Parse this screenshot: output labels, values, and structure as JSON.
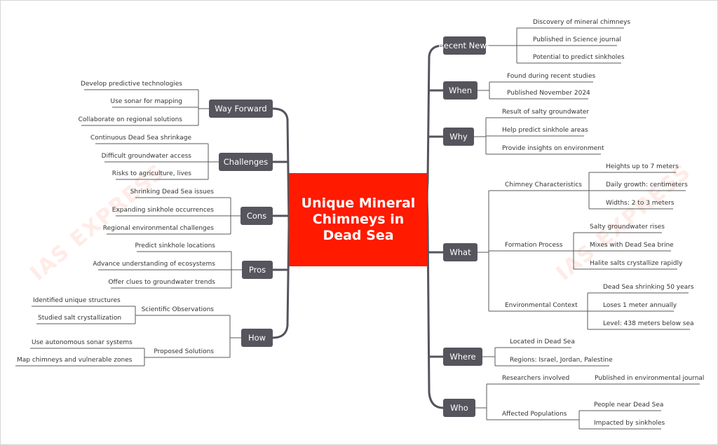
{
  "title": "Unique Mineral Chimneys in Dead Sea",
  "watermarks": [
    "IAS EXPRESS",
    "IAS EXPRESS"
  ],
  "right": {
    "recent_news": {
      "label": "Recent News",
      "items": [
        "Discovery of mineral chimneys",
        "Published in Science journal",
        "Potential to predict sinkholes"
      ]
    },
    "when": {
      "label": "When",
      "items": [
        "Found during recent studies",
        "Published November 2024"
      ]
    },
    "why": {
      "label": "Why",
      "items": [
        "Result of salty groundwater",
        "Help predict sinkhole areas",
        "Provide insights on environment"
      ]
    },
    "what": {
      "label": "What",
      "chimney": {
        "label": "Chimney Characteristics",
        "items": [
          "Heights up to 7 meters",
          "Daily growth: centimeters",
          "Widths: 2 to 3 meters"
        ]
      },
      "formation": {
        "label": "Formation Process",
        "items": [
          "Salty groundwater rises",
          "Mixes with Dead Sea brine",
          "Halite salts crystallize rapidly"
        ]
      },
      "env": {
        "label": "Environmental Context",
        "items": [
          "Dead Sea shrinking 50 years",
          "Loses 1 meter annually",
          "Level: 438 meters below sea"
        ]
      }
    },
    "where": {
      "label": "Where",
      "items": [
        "Located in Dead Sea",
        "Regions: Israel, Jordan, Palestine"
      ]
    },
    "who": {
      "label": "Who",
      "researchers": {
        "label": "Researchers involved",
        "items": [
          "Published in environmental journal"
        ]
      },
      "affected": {
        "label": "Affected Populations",
        "items": [
          "People near Dead Sea",
          "Impacted by sinkholes"
        ]
      }
    }
  },
  "left": {
    "way_forward": {
      "label": "Way Forward",
      "items": [
        "Develop predictive technologies",
        "Use sonar for mapping",
        "Collaborate on regional solutions"
      ]
    },
    "challenges": {
      "label": "Challenges",
      "items": [
        "Continuous Dead Sea shrinkage",
        "Difficult groundwater access",
        "Risks to agriculture, lives"
      ]
    },
    "cons": {
      "label": "Cons",
      "items": [
        "Shrinking Dead Sea issues",
        "Expanding sinkhole occurrences",
        "Regional environmental challenges"
      ]
    },
    "pros": {
      "label": "Pros",
      "items": [
        "Predict sinkhole locations",
        "Advance understanding of ecosystems",
        "Offer clues to groundwater trends"
      ]
    },
    "how": {
      "label": "How",
      "observations": {
        "label": "Scientific Observations",
        "items": [
          "Identified unique structures",
          "Studied salt crystallization"
        ]
      },
      "solutions": {
        "label": "Proposed Solutions",
        "items": [
          "Use autonomous sonar systems",
          "Map chimneys and vulnerable zones"
        ]
      }
    }
  }
}
